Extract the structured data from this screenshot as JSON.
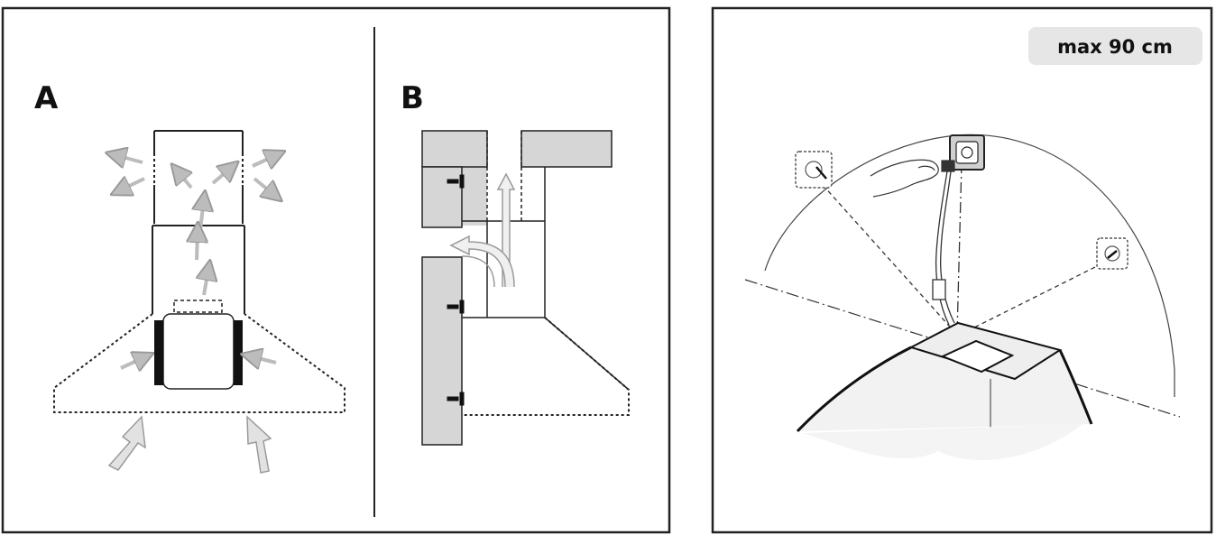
{
  "panel_left": {
    "label_a": "A",
    "label_b": "B"
  },
  "panel_right": {
    "max_distance_label": "max 90 cm"
  },
  "colors": {
    "line": "#222222",
    "arrow_fill": "#d9d9d9",
    "arrow_stroke": "#9a9a9a",
    "wall_fill": "#d6d6d6",
    "badge_fill": "#e6e6e6"
  }
}
